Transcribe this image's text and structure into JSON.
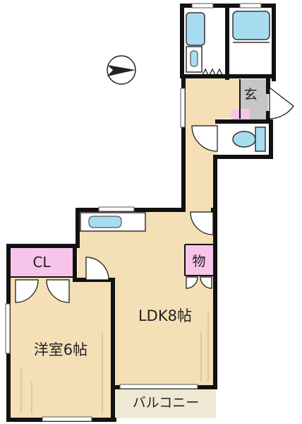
{
  "rooms": {
    "ldk": "LDK8帖",
    "western": "洋室6帖",
    "closet": "CL",
    "storage": "物",
    "entrance": "玄",
    "balcony": "バルコニー"
  },
  "colors": {
    "wall": "#111111",
    "floor_wood": "#f4dfb6",
    "closet_pink": "#f7c4ea",
    "entrance_gray": "#c6c6c6",
    "fixture_blue": "#a8dcf0",
    "balcony_beige": "#efe9d4",
    "compass": "#222222"
  },
  "icons": {
    "compass": "north-arrow-icon",
    "bathtub": "bathtub-icon",
    "toilet": "toilet-icon",
    "washbasin": "washbasin-icon",
    "kitchen": "kitchen-counter-icon"
  }
}
